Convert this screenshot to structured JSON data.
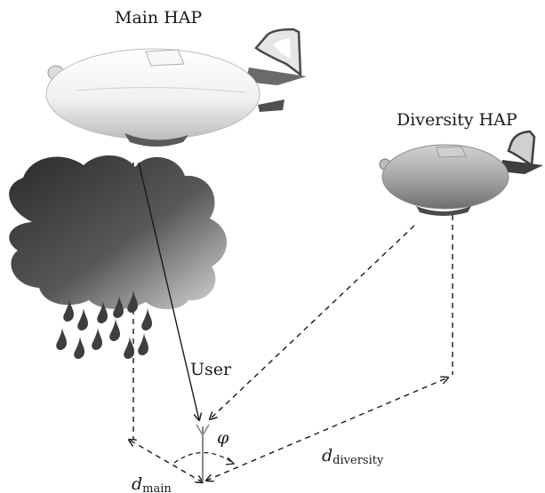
{
  "labels": {
    "main_hap": "Main HAP",
    "diversity_hap": "Diversity HAP",
    "user": "User",
    "phi": "φ",
    "d_main_base": "d",
    "d_main_sub": "main",
    "d_diversity_base": "d",
    "d_diversity_sub": "diversity"
  }
}
